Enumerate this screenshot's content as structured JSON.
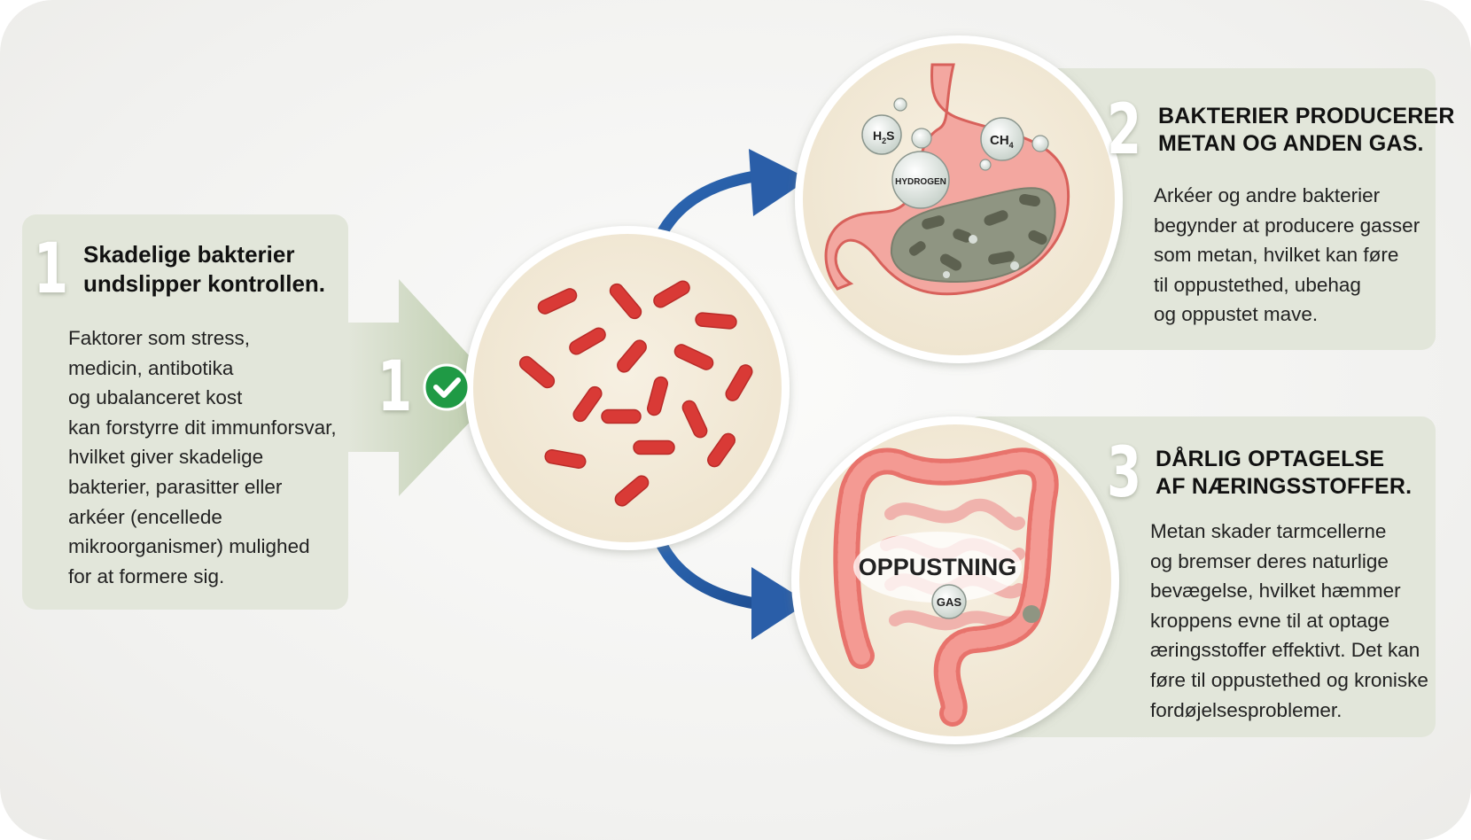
{
  "step1": {
    "number": "1",
    "title_line1": "Skadelige bakterier",
    "title_line2": "undslipper kontrollen.",
    "body": "Faktorer som stress,\nmedicin, antibotika\nog ubalanceret kost\nkan forstyrre dit immunforsvar,\nhvilket giver skadelige\nbakterier, parasitter eller\narkéer (encellede\nmikroorganismer) mulighed\nfor at formere sig.",
    "arrow_number": "1"
  },
  "step2": {
    "number": "2",
    "title_line1": "BAKTERIER PRODUCERER",
    "title_line2": "METAN OG ANDEN GAS.",
    "body": "Arkéer og andre bakterier\nbegynder at producere gasser\nsom metan, hvilket kan føre\ntil oppustethed, ubehag\nog oppustet mave."
  },
  "step3": {
    "number": "3",
    "title_line1": "DÅRLIG OPTAGELSE",
    "title_line2": "AF NÆRINGSSTOFFER.",
    "body": "Metan skader tarmcellerne\nog bremser deres naturlige\nbevægelse, hvilket hæmmer\nkroppens evne til at optage\næringsstoffer effektivt. Det kan\nføre til oppustethed og kroniske\nfordøjelsesproblemer."
  },
  "stomach_labels": {
    "h2s_main": "H",
    "h2s_sub": "2",
    "h2s_tail": "S",
    "ch4_main": "CH",
    "ch4_sub": "4",
    "hydrogen": "HYDROGEN"
  },
  "intestine_labels": {
    "bloating": "OPPUSTNING",
    "gas": "GAS"
  },
  "colors": {
    "panel": "#e2e6da",
    "arrow_blue": "#2a5ea8",
    "bacteria_red": "#d93a36",
    "check_green": "#1f9a45",
    "circle_fill": "#f4ecdc"
  }
}
